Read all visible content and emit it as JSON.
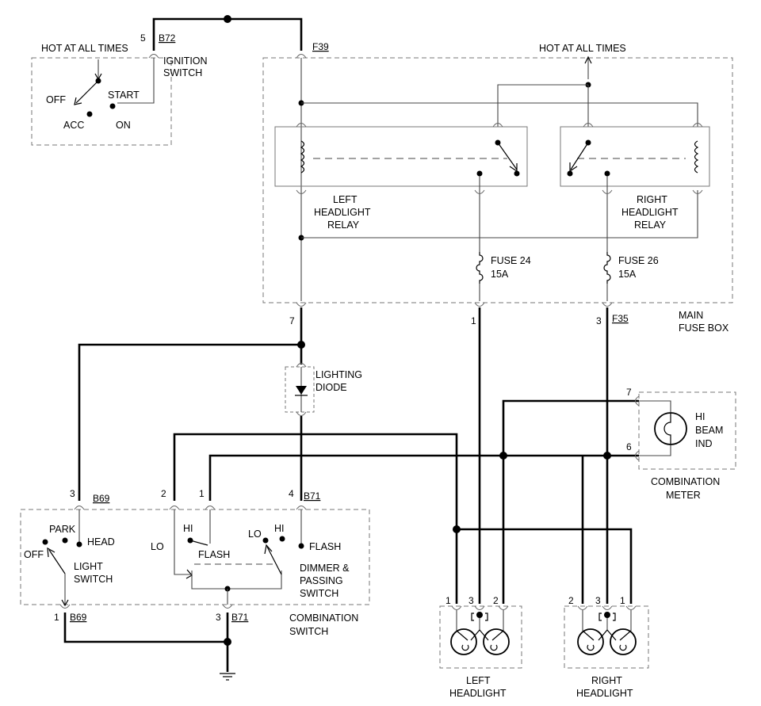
{
  "labels": {
    "hot_at_all_times_left": "HOT AT ALL TIMES",
    "hot_at_all_times_right": "HOT AT ALL TIMES",
    "ignition_switch_line1": "IGNITION",
    "ignition_switch_line2": "SWITCH",
    "off": "OFF",
    "start": "START",
    "acc": "ACC",
    "on": "ON",
    "left_relay_line1": "LEFT",
    "left_relay_line2": "HEADLIGHT",
    "left_relay_line3": "RELAY",
    "right_relay_line1": "RIGHT",
    "right_relay_line2": "HEADLIGHT",
    "right_relay_line3": "RELAY",
    "fuse24_name": "FUSE 24",
    "fuse24_rating": "15A",
    "fuse26_name": "FUSE 26",
    "fuse26_rating": "15A",
    "main_fuse_box_line1": "MAIN",
    "main_fuse_box_line2": "FUSE BOX",
    "lighting_diode_line1": "LIGHTING",
    "lighting_diode_line2": "DIODE",
    "hi_beam_ind_line1": "HI",
    "hi_beam_ind_line2": "BEAM",
    "hi_beam_ind_line3": "IND",
    "combination_meter_line1": "COMBINATION",
    "combination_meter_line2": "METER",
    "park": "PARK",
    "head": "HEAD",
    "off_light": "OFF",
    "light_switch_line1": "LIGHT",
    "light_switch_line2": "SWITCH",
    "hi_left": "HI",
    "lo_left": "LO",
    "flash_left": "FLASH",
    "lo_right": "LO",
    "hi_right": "HI",
    "flash_right": "FLASH",
    "dimmer_line1": "DIMMER &",
    "dimmer_line2": "PASSING",
    "dimmer_line3": "SWITCH",
    "combination_switch_line1": "COMBINATION",
    "combination_switch_line2": "SWITCH",
    "left_headlight_line1": "LEFT",
    "left_headlight_line2": "HEADLIGHT",
    "right_headlight_line1": "RIGHT",
    "right_headlight_line2": "HEADLIGHT"
  },
  "connectors": {
    "b72": "B72",
    "f39": "F39",
    "f35": "F35",
    "b69_top": "B69",
    "b71_top": "B71",
    "b69_bottom": "B69",
    "b71_bottom": "B71"
  },
  "pins": {
    "ign_5": "5",
    "fb_7": "7",
    "fb_1": "1",
    "fb_3": "3",
    "meter_7": "7",
    "meter_6": "6",
    "cs_3": "3",
    "cs_2": "2",
    "cs_1": "1",
    "cs_4": "4",
    "cs_bot_1": "1",
    "cs_bot_3": "3",
    "lh_1": "1",
    "lh_3": "3",
    "lh_2": "2",
    "rh_2": "2",
    "rh_3": "3",
    "rh_1": "1"
  }
}
